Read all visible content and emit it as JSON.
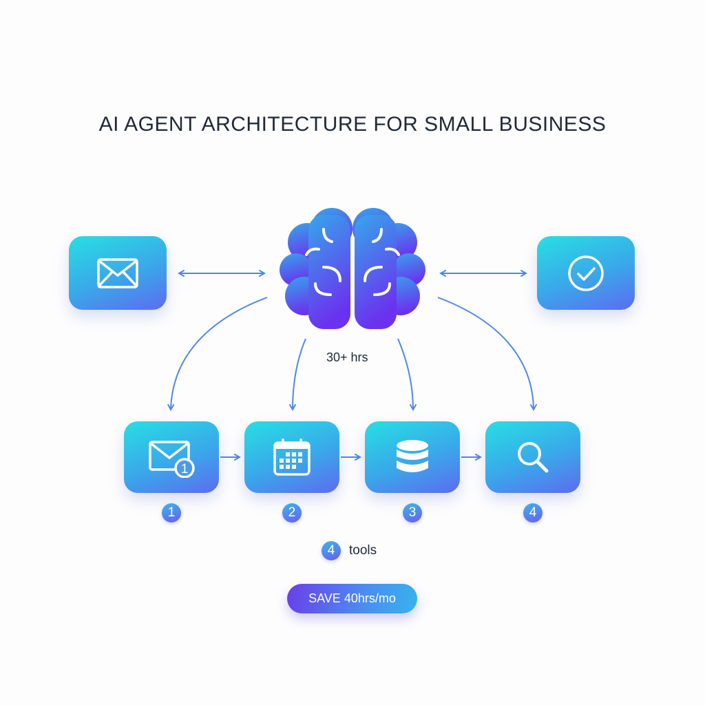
{
  "title": "AI AGENT ARCHITECTURE FOR SMALL BUSINESS",
  "center": {
    "icon": "brain-icon",
    "label": "30+ hrs"
  },
  "top_nodes": [
    {
      "icon": "envelope-icon"
    },
    {
      "icon": "check-circle-icon"
    }
  ],
  "steps": [
    {
      "number": "1",
      "icon": "envelope-badge-icon",
      "badge": "1"
    },
    {
      "number": "2",
      "icon": "calendar-icon"
    },
    {
      "number": "3",
      "icon": "database-icon"
    },
    {
      "number": "4",
      "icon": "search-icon"
    }
  ],
  "tools": {
    "count": "4",
    "label": "tools"
  },
  "cta": {
    "label": "SAVE 40hrs/mo"
  },
  "colors": {
    "cyan": "#27dfe4",
    "blue": "#3aa7ea",
    "violet": "#6a3fe8",
    "arrow": "#4f86e8",
    "text": "#1f2937"
  }
}
